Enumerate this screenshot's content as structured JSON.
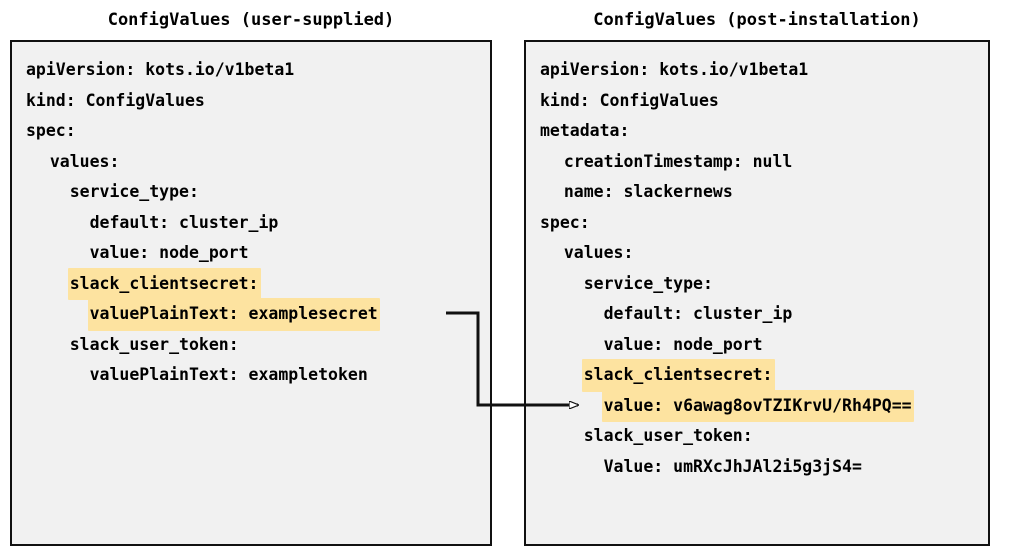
{
  "panels": [
    {
      "id": "user-supplied",
      "title": "ConfigValues (user-supplied)",
      "lines": [
        {
          "text": "apiVersion: kots.io/v1beta1",
          "highlight": false
        },
        {
          "text": "kind: ConfigValues",
          "highlight": false
        },
        {
          "text": "spec:",
          "highlight": false
        },
        {
          "text": "  values:",
          "highlight": false
        },
        {
          "text": "    service_type:",
          "highlight": false
        },
        {
          "text": "      default: cluster_ip",
          "highlight": false
        },
        {
          "text": "      value: node_port",
          "highlight": false
        },
        {
          "text": "    slack_clientsecret:",
          "highlight": true
        },
        {
          "text": "      valuePlainText: examplesecret",
          "highlight": true
        },
        {
          "text": "    slack_user_token:",
          "highlight": false
        },
        {
          "text": "      valuePlainText: exampletoken",
          "highlight": false
        }
      ]
    },
    {
      "id": "post-installation",
      "title": "ConfigValues (post-installation)",
      "lines": [
        {
          "text": "apiVersion: kots.io/v1beta1",
          "highlight": false
        },
        {
          "text": "kind: ConfigValues",
          "highlight": false
        },
        {
          "text": "metadata:",
          "highlight": false
        },
        {
          "text": "  creationTimestamp: null",
          "highlight": false
        },
        {
          "text": "  name: slackernews",
          "highlight": false
        },
        {
          "text": "spec:",
          "highlight": false
        },
        {
          "text": "  values:",
          "highlight": false
        },
        {
          "text": "    service_type:",
          "highlight": false
        },
        {
          "text": "      default: cluster_ip",
          "highlight": false
        },
        {
          "text": "      value: node_port",
          "highlight": false
        },
        {
          "text": "    slack_clientsecret:",
          "highlight": true
        },
        {
          "text": "      value: v6awag8ovTZIKrvU/Rh4PQ==",
          "highlight": true
        },
        {
          "text": "    slack_user_token:",
          "highlight": false
        },
        {
          "text": "      Value: umRXcJhJAl2i5g3jS4=",
          "highlight": false
        }
      ]
    }
  ],
  "connector": {
    "name": "secret-encryption-arrow",
    "from_label": "valuePlainText: examplesecret",
    "to_label": "value: v6awag8ovTZIKrvU/Rh4PQ==",
    "color": "#111111"
  },
  "colors": {
    "highlight": "#fde3a0",
    "box_background": "#f1f1f1",
    "box_border": "#111111",
    "text": "#000000",
    "page_background": "#ffffff"
  }
}
